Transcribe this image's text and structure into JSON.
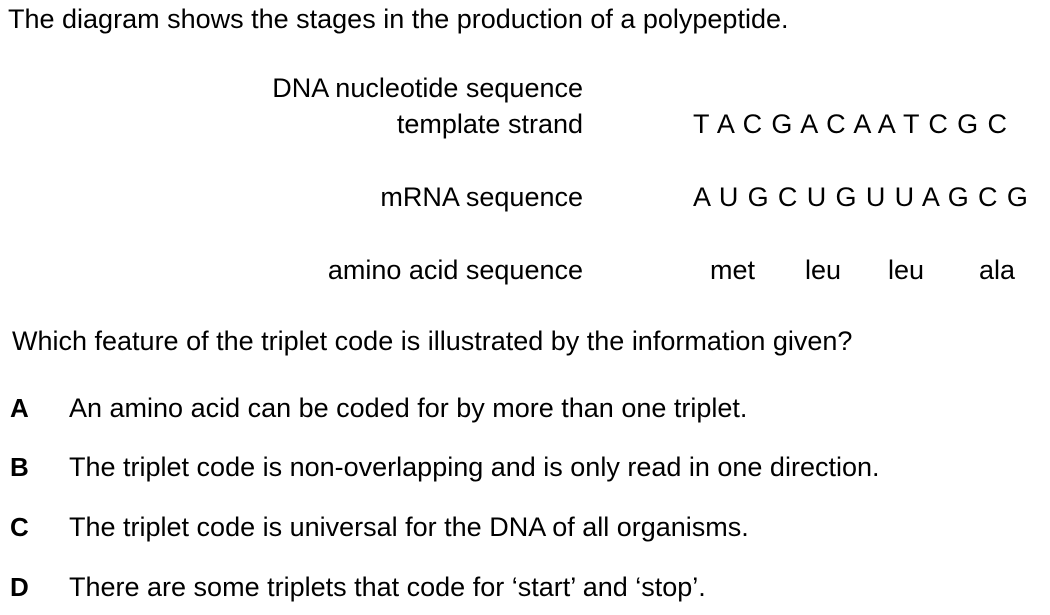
{
  "intro": "The diagram shows the stages in the production of a polypeptide.",
  "diagram": {
    "dna_label_line1": "DNA nucleotide sequence",
    "dna_label_line2": "template strand",
    "dna_sequence": "T A C G A C A A T C G C",
    "mrna_label": "mRNA sequence",
    "mrna_sequence": "A U G C U G U U A G C G",
    "amino_label": "amino acid sequence",
    "amino_acids": [
      "met",
      "leu",
      "leu",
      "ala"
    ]
  },
  "question": "Which feature of the triplet code is illustrated by the information given?",
  "options": [
    {
      "letter": "A",
      "text": "An amino acid can be coded for by more than one triplet."
    },
    {
      "letter": "B",
      "text": "The triplet code is non-overlapping and is only read in one direction."
    },
    {
      "letter": "C",
      "text": "The triplet code is universal for the DNA of all organisms."
    },
    {
      "letter": "D",
      "text": "There are some triplets that code for ‘start’ and ‘stop’."
    }
  ]
}
